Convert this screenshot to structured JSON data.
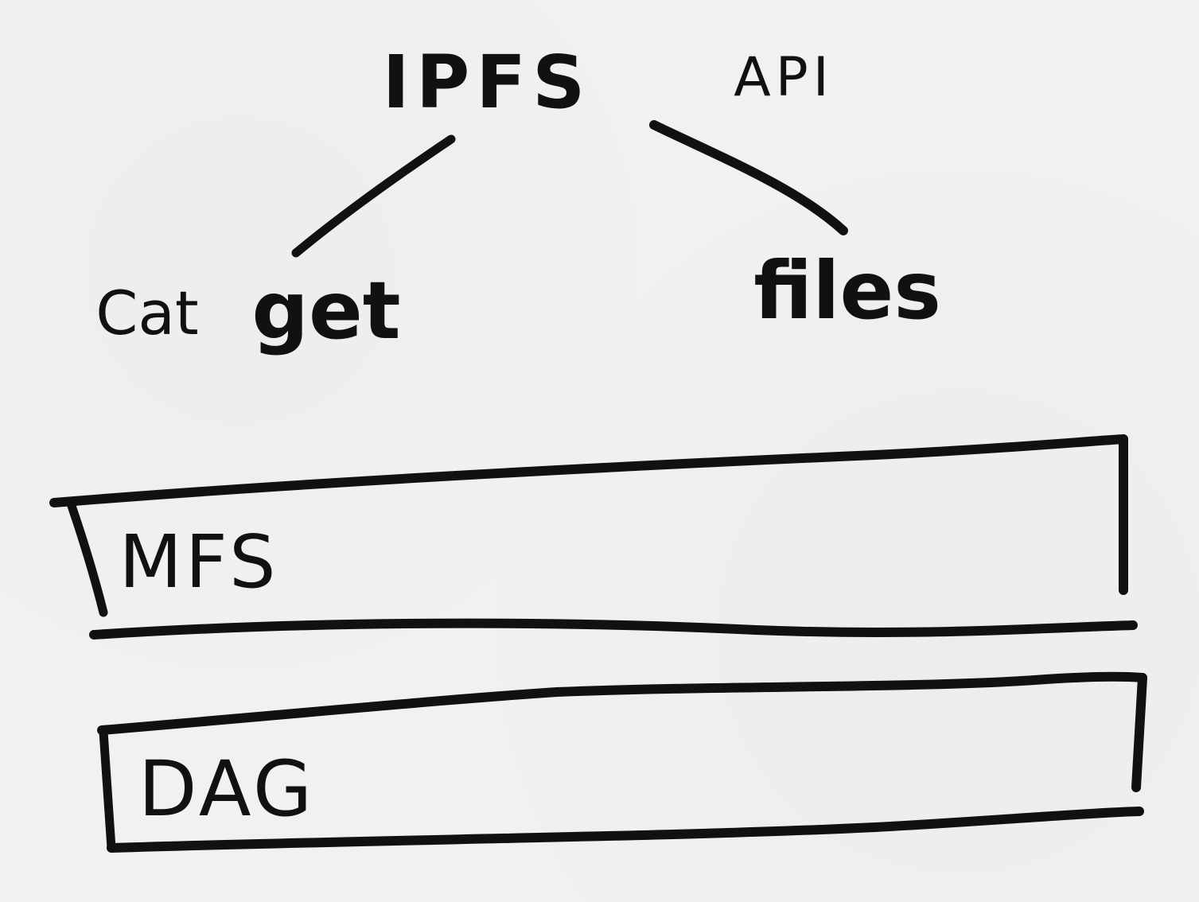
{
  "diagram": {
    "title": {
      "main": "IPFS",
      "suffix": "API"
    },
    "api_commands": {
      "left_branch": [
        "Cat",
        "get"
      ],
      "right_branch": [
        "files"
      ]
    },
    "layers": [
      {
        "label": "MFS"
      },
      {
        "label": "DAG"
      }
    ],
    "ink_color": "#111111",
    "paper_color": "#f1f1ef"
  }
}
